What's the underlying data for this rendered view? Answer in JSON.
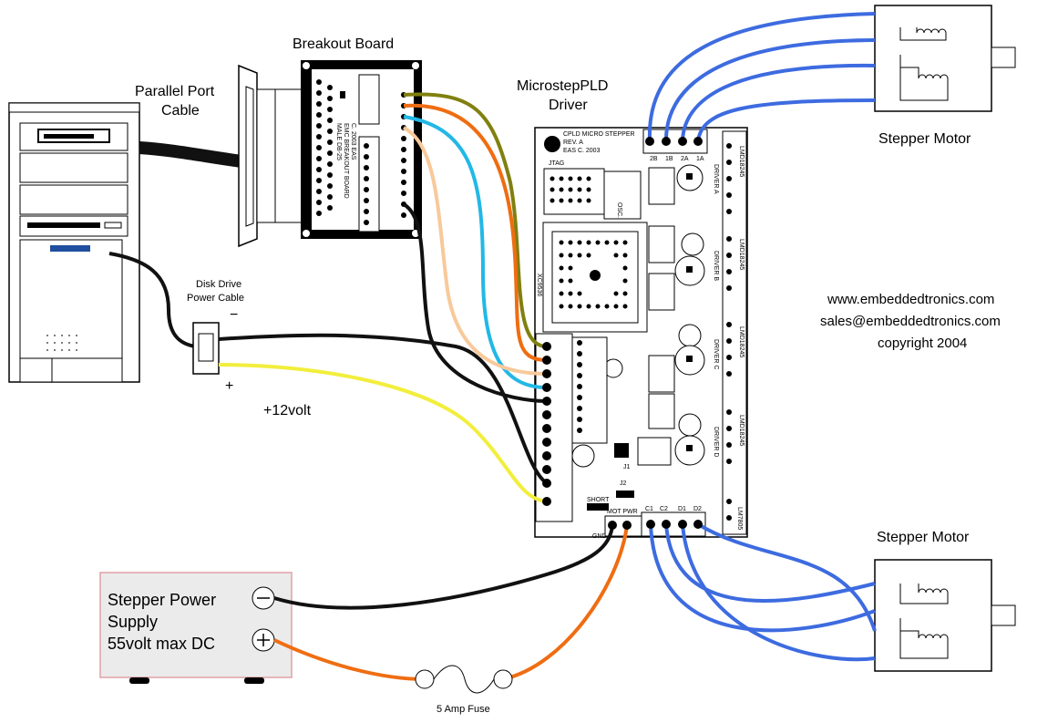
{
  "labels": {
    "breakout_board": "Breakout Board",
    "parallel_port_cable_line1": "Parallel Port",
    "parallel_port_cable_line2": "Cable",
    "driver_line1": "MicrostepPLD",
    "driver_line2": "Driver",
    "stepper_motor_top": "Stepper Motor",
    "stepper_motor_bottom": "Stepper Motor",
    "disk_drive_line1": "Disk Drive",
    "disk_drive_line2": "Power Cable",
    "plus12": "+12volt",
    "minus_sign": "−",
    "plus_sign": "+",
    "website": "www.embeddedtronics.com",
    "email": "sales@embeddedtronics.com",
    "copyright": "copyright 2004",
    "psu_line1": "Stepper Power",
    "psu_line2": "Supply",
    "psu_line3": "55volt max DC",
    "fuse": "5 Amp Fuse"
  },
  "board": {
    "title": "CPLD MICRO STEPPER",
    "rev": "REV. A",
    "copy": "EAS C. 2003",
    "jtag": "JTAG",
    "chip": "XC9536",
    "osc": "OSC.",
    "j1": "J1",
    "j2": "J2",
    "short": "SHORT",
    "gnd": "GND",
    "mot_pwr": "MOT PWR",
    "regulator": "LM7805",
    "motor_top_pins": [
      "2B",
      "1B",
      "2A",
      "1A"
    ],
    "motor_bottom_pins": [
      "C1",
      "C2",
      "D1",
      "D2"
    ],
    "driver_labels": [
      "DRIVER A",
      "DRIVER B",
      "DRIVER C",
      "DRIVER D"
    ],
    "chip_labels": [
      "LMD18245",
      "LMD18245",
      "LMD18245",
      "LMD18245"
    ]
  },
  "breakout": {
    "line1": "EMC BREAKOUT BOARD",
    "line2": "C. 2003 EAS",
    "line3": "MALE DB-25"
  },
  "colors": {
    "blue_wire": "#3d6be0",
    "orange_wire": "#ef6d12",
    "olive_wire": "#808010",
    "cyan_wire": "#22b8e6",
    "peach_wire": "#f8c99a",
    "yellow_wire": "#f2ee3c",
    "black_wire": "#111111",
    "psu_fill": "#ebebeb",
    "psu_border": "#e0a0a8"
  },
  "icons": [
    "computer-tower",
    "parallel-connector",
    "breakout-board",
    "driver-board",
    "stepper-motor",
    "power-supply",
    "fuse",
    "molex-connector"
  ]
}
